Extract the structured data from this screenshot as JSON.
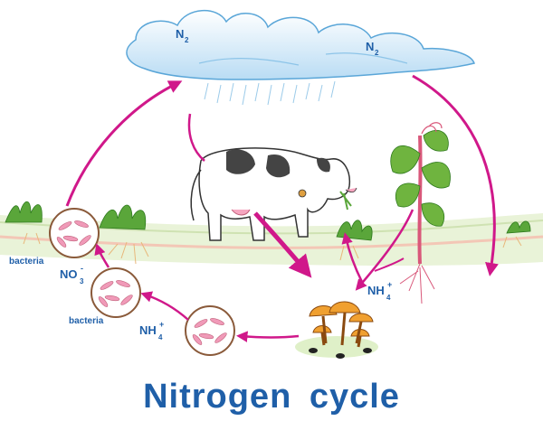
{
  "title": "Nitrogen cycle",
  "labels": {
    "n2_left": {
      "main": "N",
      "sub": "2"
    },
    "n2_right": {
      "main": "N",
      "sub": "2"
    },
    "bacteria_top": "bacteria",
    "bacteria_mid": "bacteria",
    "no3": {
      "main": "NO",
      "sub": "3",
      "sup": "-"
    },
    "nh4_left": {
      "main": "NH",
      "sub": "4",
      "sup": "+"
    },
    "nh4_right": {
      "main": "NH",
      "sub": "4",
      "sup": "+"
    }
  },
  "colors": {
    "arrow": "#d0188a",
    "label": "#1f5fa8",
    "cloud": "#cfe6f7",
    "ground": "#e6f1d2",
    "grass": "#5aa63a"
  }
}
